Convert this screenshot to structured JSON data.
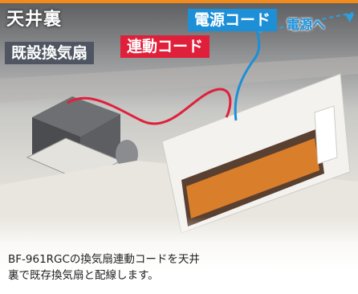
{
  "labels": {
    "ceiling": "天井裏",
    "existing_fan": "既設換気扇",
    "interlock_cord": "連動コード",
    "power_cord": "電源コード",
    "power_arrow": "電源へ"
  },
  "caption": {
    "line1": "BF-961RGCの換気扇連動コードを天井",
    "line2": "裏で既存換気扇と配線します。"
  },
  "colors": {
    "accent_top": "#f28a1c",
    "interlock_cord": "#e0203b",
    "power_cord": "#1d8fd6",
    "fan_label_bg": "#4f5661"
  }
}
